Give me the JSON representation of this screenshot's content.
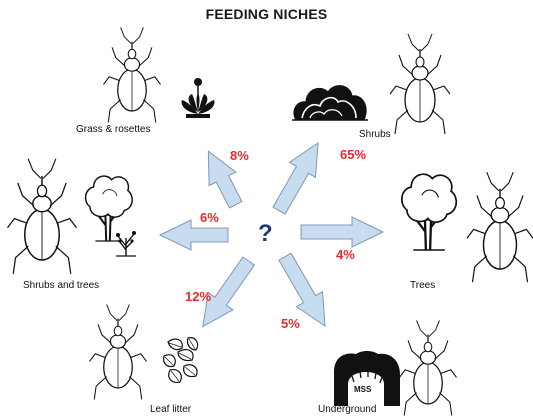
{
  "title": "FEEDING NICHES",
  "center_symbol": "?",
  "colors": {
    "percent": "#e32b2b",
    "center": "#1a3d7a",
    "arrow_fill": "#c8dcf0",
    "arrow_stroke": "#7f98b3",
    "ink": "#111111"
  },
  "niches": [
    {
      "key": "grass",
      "label": "Grass & rosettes",
      "percent": "8%"
    },
    {
      "key": "shrubs",
      "label": "Shrubs",
      "percent": "65%"
    },
    {
      "key": "shrubs-trees",
      "label": "Shrubs and trees",
      "percent": "6%"
    },
    {
      "key": "trees",
      "label": "Trees",
      "percent": "4%"
    },
    {
      "key": "leaf-litter",
      "label": "Leaf litter",
      "percent": "12%"
    },
    {
      "key": "underground",
      "label": "Underground",
      "percent": "5%"
    }
  ],
  "mss_label": "MSS"
}
